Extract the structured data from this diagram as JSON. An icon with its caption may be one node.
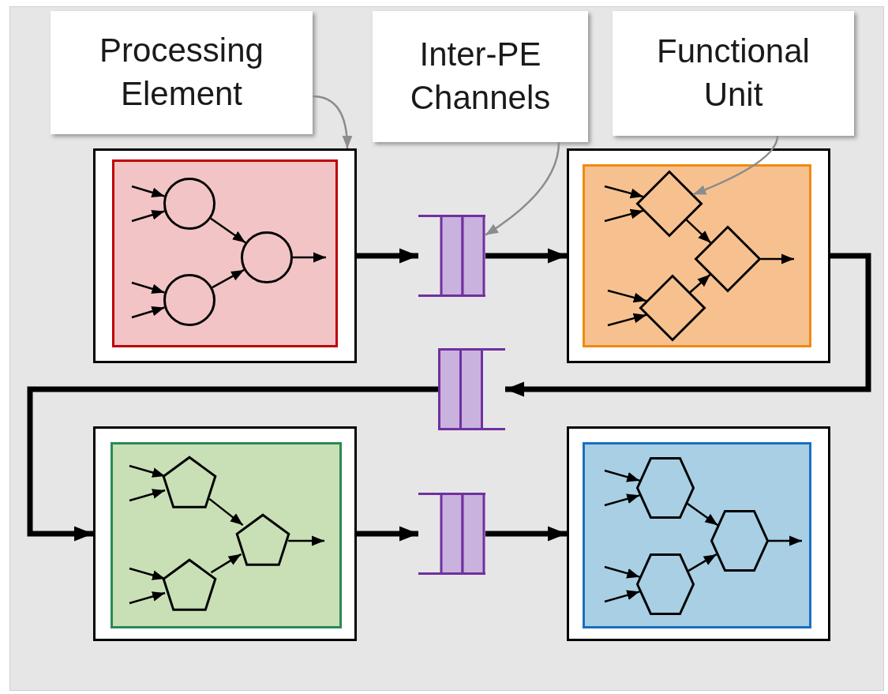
{
  "diagram": {
    "nodes": [
      {
        "text": [
          "Processing Element"
        ]
      },
      {
        "text": [
          "Inter-PE Channels"
        ]
      },
      {
        "text": [
          "Functional Unit"
        ]
      },
      {
        "text": [],
        "shape": "box"
      },
      {
        "text": [],
        "shape": "box",
        "in": 3
      },
      {
        "text": [],
        "shape": "circle",
        "in": 4
      },
      {
        "text": [],
        "shape": "circle",
        "in": 4
      },
      {
        "text": [],
        "shape": "circle",
        "in": 4
      },
      {
        "text": [],
        "shape": "bar"
      },
      {
        "text": [],
        "shape": "box"
      },
      {
        "text": [],
        "shape": "box",
        "in": 9
      },
      {
        "text": [],
        "shape": "diamond",
        "in": 10
      },
      {
        "text": [],
        "shape": "diamond",
        "in": 10
      },
      {
        "text": [],
        "shape": "diamond",
        "in": 10
      },
      {
        "text": [],
        "shape": "bar"
      },
      {
        "text": [],
        "shape": "box"
      },
      {
        "text": [],
        "shape": "box",
        "in": 15
      },
      {
        "text": [],
        "shape": "pentagon",
        "in": 16
      },
      {
        "text": [],
        "shape": "pentagon",
        "in": 16
      },
      {
        "text": [],
        "shape": "pentagon",
        "in": 16
      },
      {
        "text": [],
        "shape": "bar"
      },
      {
        "text": [],
        "shape": "box"
      },
      {
        "text": [],
        "shape": "box",
        "in": 21
      },
      {
        "text": [],
        "shape": "hexagon",
        "in": 22
      },
      {
        "text": [],
        "shape": "hexagon",
        "in": 22
      },
      {
        "text": [],
        "shape": "hexagon",
        "in": 22
      }
    ],
    "edges": [
      {
        "from": 0,
        "to": 3,
        "arrow": "to",
        "color": "#8c8c8c"
      },
      {
        "from": 1,
        "to": 8,
        "arrow": "to",
        "color": "#8c8c8c"
      },
      {
        "from": 2,
        "to": 11,
        "arrow": "to",
        "color": "#8c8c8c"
      },
      {
        "from": 3,
        "to": 8,
        "arrow": "to",
        "style": "thick"
      },
      {
        "from": 8,
        "to": 9,
        "arrow": "to",
        "style": "thick"
      },
      {
        "from": 9,
        "to": 14,
        "arrow": "to",
        "style": "thick"
      },
      {
        "from": 14,
        "to": 15,
        "arrow": "to",
        "style": "thick"
      },
      {
        "from": 15,
        "to": 20,
        "arrow": "to",
        "style": "thick"
      },
      {
        "from": 20,
        "to": 21,
        "arrow": "to",
        "style": "thick"
      },
      {
        "from": null,
        "to": 5,
        "arrow": "to"
      },
      {
        "from": null,
        "to": 5,
        "arrow": "to"
      },
      {
        "from": null,
        "to": 6,
        "arrow": "to"
      },
      {
        "from": null,
        "to": 6,
        "arrow": "to"
      },
      {
        "from": 5,
        "to": 7,
        "arrow": "to"
      },
      {
        "from": 6,
        "to": 7,
        "arrow": "to"
      },
      {
        "from": 7,
        "to": null,
        "arrow": "to"
      },
      {
        "from": null,
        "to": 11,
        "arrow": "to"
      },
      {
        "from": null,
        "to": 11,
        "arrow": "to"
      },
      {
        "from": null,
        "to": 12,
        "arrow": "to"
      },
      {
        "from": null,
        "to": 12,
        "arrow": "to"
      },
      {
        "from": 11,
        "to": 13,
        "arrow": "to"
      },
      {
        "from": 12,
        "to": 13,
        "arrow": "to"
      },
      {
        "from": 13,
        "to": null,
        "arrow": "to"
      },
      {
        "from": null,
        "to": 17,
        "arrow": "to"
      },
      {
        "from": null,
        "to": 17,
        "arrow": "to"
      },
      {
        "from": null,
        "to": 18,
        "arrow": "to"
      },
      {
        "from": null,
        "to": 18,
        "arrow": "to"
      },
      {
        "from": 17,
        "to": 19,
        "arrow": "to"
      },
      {
        "from": 18,
        "to": 19,
        "arrow": "to"
      },
      {
        "from": 19,
        "to": null,
        "arrow": "to"
      },
      {
        "from": null,
        "to": 23,
        "arrow": "to"
      },
      {
        "from": null,
        "to": 23,
        "arrow": "to"
      },
      {
        "from": null,
        "to": 24,
        "arrow": "to"
      },
      {
        "from": null,
        "to": 24,
        "arrow": "to"
      },
      {
        "from": 23,
        "to": 25,
        "arrow": "to"
      },
      {
        "from": 24,
        "to": 25,
        "arrow": "to"
      },
      {
        "from": 25,
        "to": null,
        "arrow": "to"
      }
    ]
  }
}
